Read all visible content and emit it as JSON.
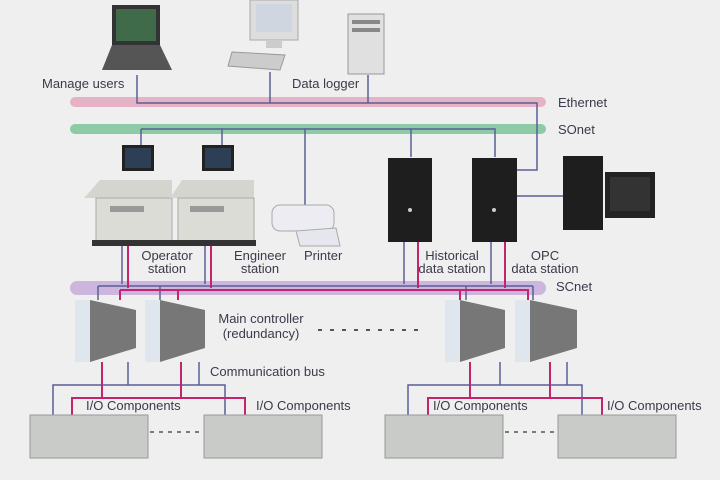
{
  "networks": {
    "ethernet": {
      "label": "Ethernet",
      "color": "#e6b3c6"
    },
    "sonet": {
      "label": "SOnet",
      "color": "#8dcba6"
    },
    "scnet": {
      "label": "SCnet",
      "color": "#cdb6dd"
    }
  },
  "wire_colors": {
    "blue": "#5a5f96",
    "magenta": "#c4246e"
  },
  "devices": {
    "manage_users": "Manage users",
    "data_logger": "Data logger",
    "operator_station": [
      "Operator",
      "station"
    ],
    "engineer_station": [
      "Engineer",
      "station"
    ],
    "printer": "Printer",
    "historical_station": [
      "Historical",
      "data station"
    ],
    "opc_station": [
      "OPC",
      "data station"
    ],
    "main_controller": [
      "Main controller",
      "(redundancy)"
    ],
    "communication_bus": "Communication bus",
    "io_components": [
      "I/O Components",
      "I/O Components",
      "I/O Components",
      "I/O Components"
    ]
  }
}
